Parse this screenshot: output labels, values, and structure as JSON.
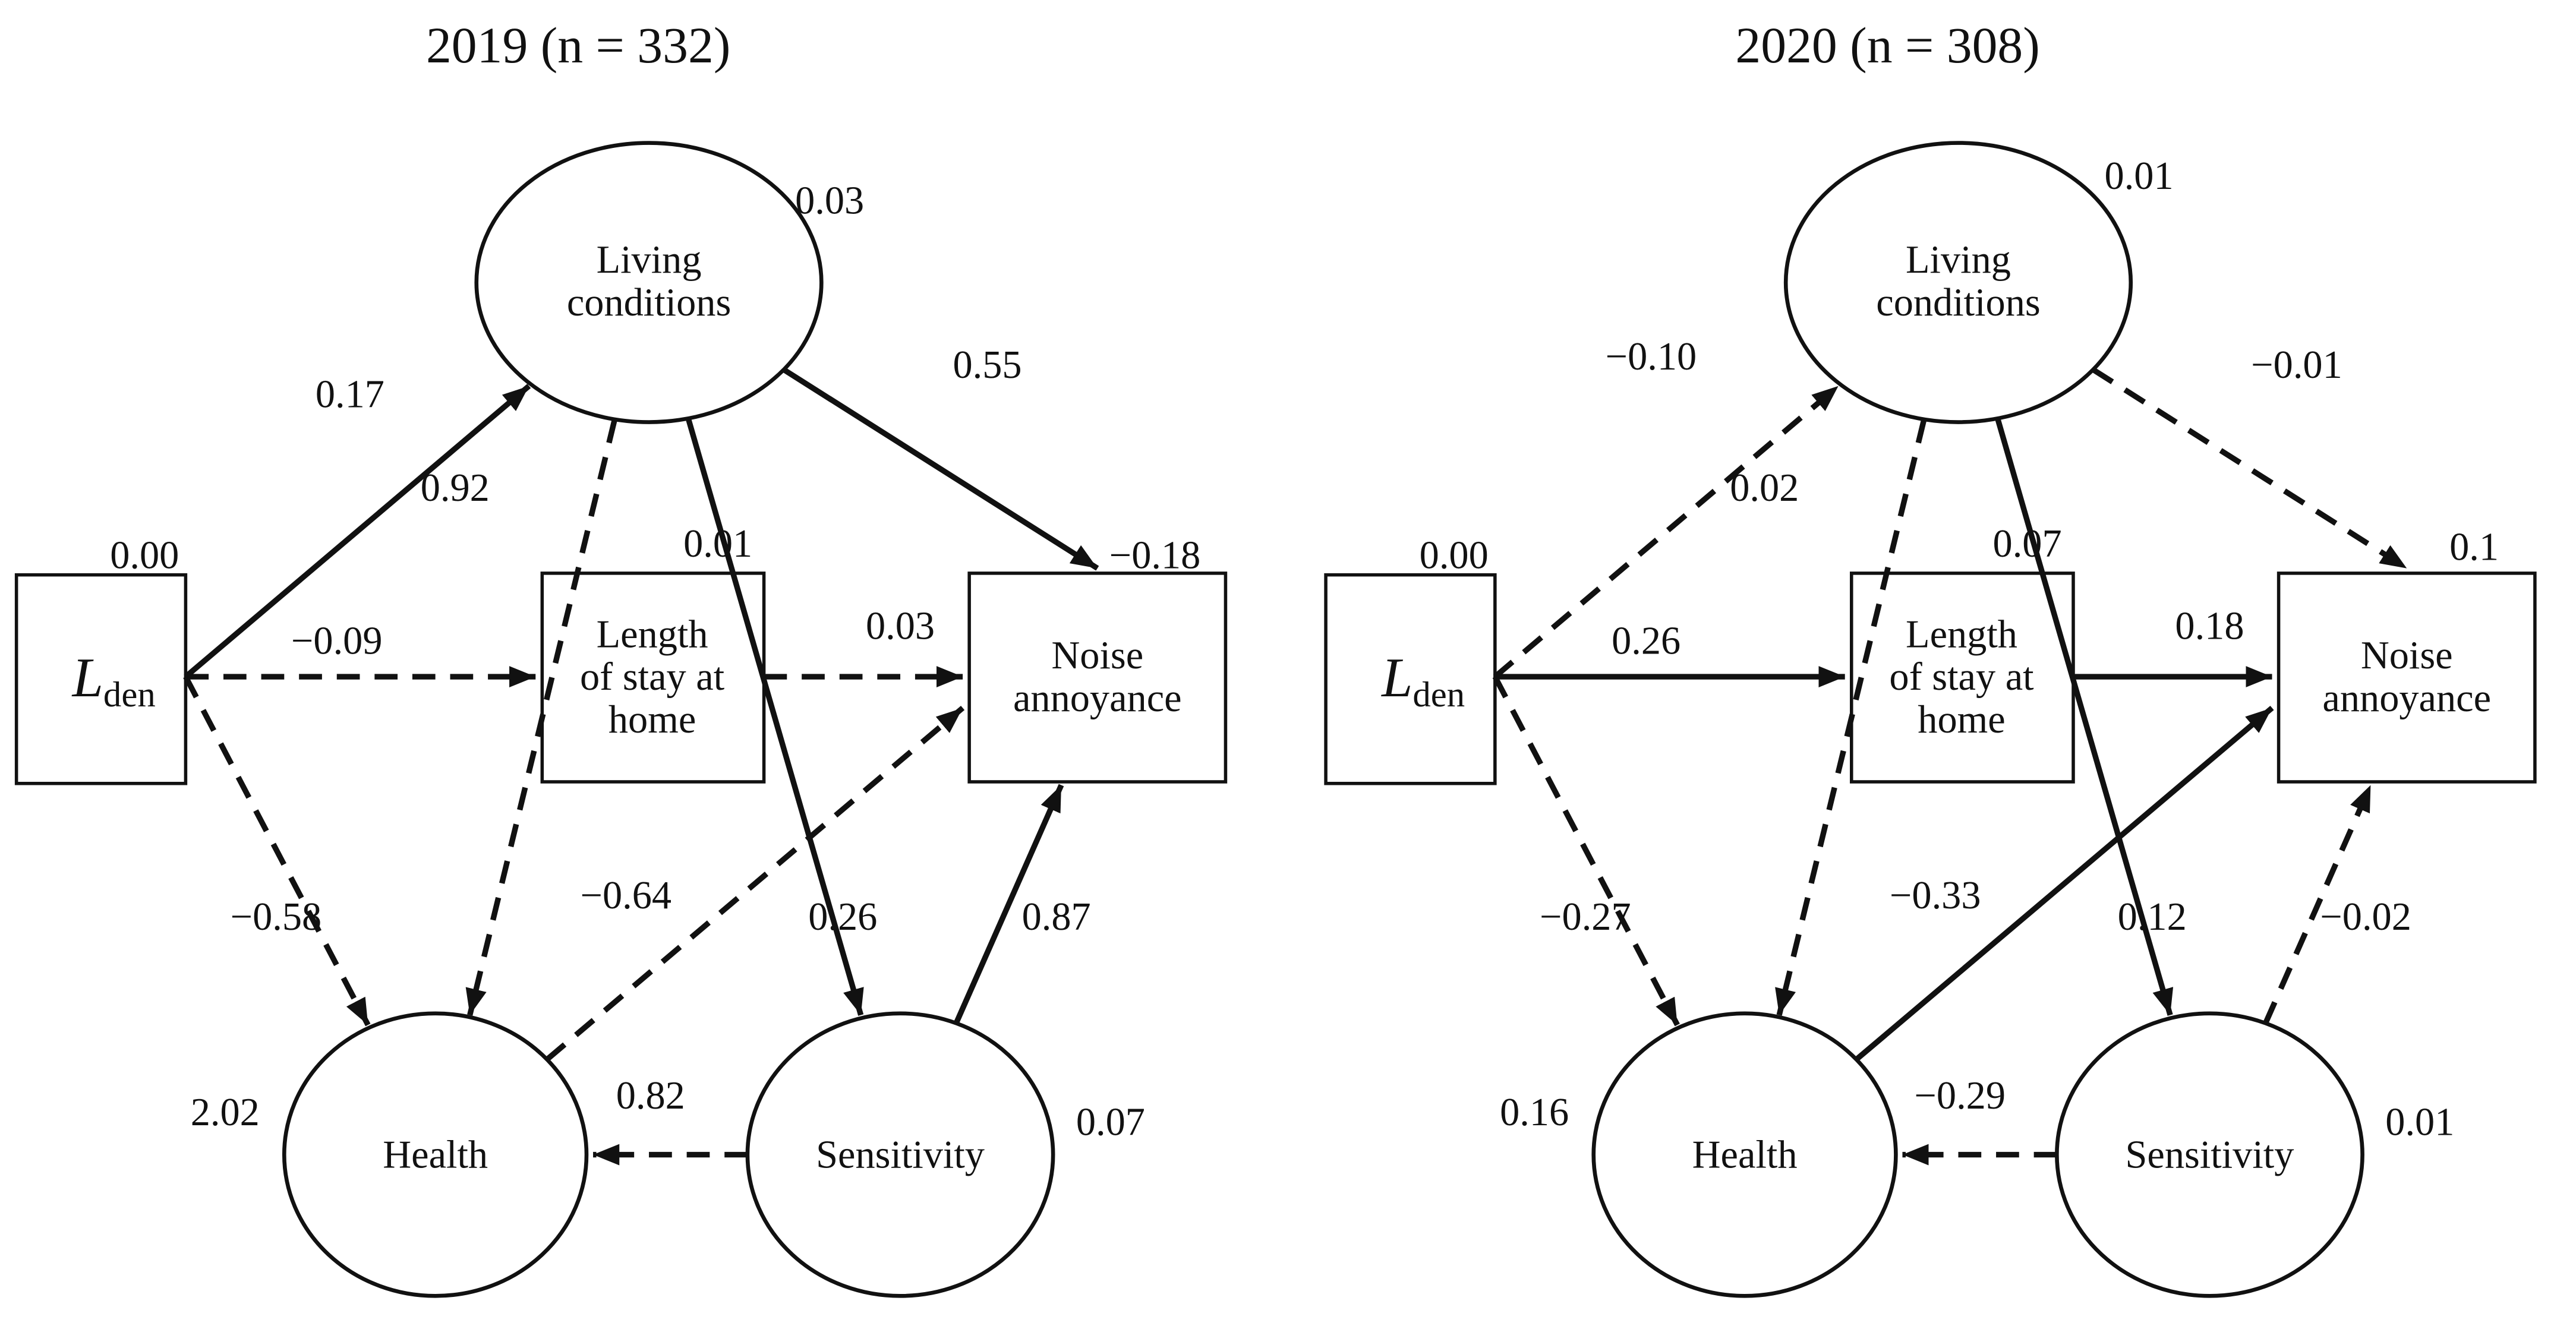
{
  "panels": [
    {
      "title": "2019 (n = 332)",
      "nodes": {
        "lden": {
          "type": "rect",
          "label_main": "L",
          "label_sub": "den",
          "variance": "0.00"
        },
        "living": {
          "type": "ellipse",
          "label": [
            "Living",
            "conditions"
          ],
          "variance": "0.03"
        },
        "length": {
          "type": "rect",
          "label": [
            "Length",
            "of stay at",
            "home"
          ],
          "variance": "0.01"
        },
        "noise": {
          "type": "rect",
          "label": [
            "Noise",
            "annoyance"
          ],
          "variance": "−0.18"
        },
        "health": {
          "type": "ellipse",
          "label": [
            "Health"
          ],
          "variance": "2.02"
        },
        "sensitivity": {
          "type": "ellipse",
          "label": [
            "Sensitivity"
          ],
          "variance": "0.07"
        }
      },
      "edges": [
        {
          "from": "lden",
          "to": "living",
          "coef": "0.17",
          "style": "solid"
        },
        {
          "from": "lden",
          "to": "length",
          "coef": "−0.09",
          "style": "dashed"
        },
        {
          "from": "lden",
          "to": "health",
          "coef": "−0.58",
          "style": "dashed"
        },
        {
          "from": "living",
          "to": "health",
          "coef": "0.92",
          "style": "dashed"
        },
        {
          "from": "living",
          "to": "noise",
          "coef": "0.55",
          "style": "solid"
        },
        {
          "from": "living",
          "to": "sensitivity",
          "coef": "0.26",
          "style": "solid"
        },
        {
          "from": "length",
          "to": "noise",
          "coef": "0.03",
          "style": "dashed"
        },
        {
          "from": "health",
          "to": "noise",
          "coef": "−0.64",
          "style": "dashed"
        },
        {
          "from": "sensitivity",
          "to": "noise",
          "coef": "0.87",
          "style": "solid"
        },
        {
          "from": "sensitivity",
          "to": "health",
          "coef": "0.82",
          "style": "dashed"
        }
      ]
    },
    {
      "title": "2020 (n = 308)",
      "nodes": {
        "lden": {
          "type": "rect",
          "label_main": "L",
          "label_sub": "den",
          "variance": "0.00"
        },
        "living": {
          "type": "ellipse",
          "label": [
            "Living",
            "conditions"
          ],
          "variance": "0.01"
        },
        "length": {
          "type": "rect",
          "label": [
            "Length",
            "of stay at",
            "home"
          ],
          "variance": "0.07"
        },
        "noise": {
          "type": "rect",
          "label": [
            "Noise",
            "annoyance"
          ],
          "variance": "0.1"
        },
        "health": {
          "type": "ellipse",
          "label": [
            "Health"
          ],
          "variance": "0.16"
        },
        "sensitivity": {
          "type": "ellipse",
          "label": [
            "Sensitivity"
          ],
          "variance": "0.01"
        }
      },
      "edges": [
        {
          "from": "lden",
          "to": "living",
          "coef": "−0.10",
          "style": "dashed"
        },
        {
          "from": "lden",
          "to": "length",
          "coef": "0.26",
          "style": "solid"
        },
        {
          "from": "lden",
          "to": "health",
          "coef": "−0.27",
          "style": "dashed"
        },
        {
          "from": "living",
          "to": "health",
          "coef": "0.02",
          "style": "dashed"
        },
        {
          "from": "living",
          "to": "noise",
          "coef": "−0.01",
          "style": "dashed"
        },
        {
          "from": "living",
          "to": "sensitivity",
          "coef": "0.12",
          "style": "solid"
        },
        {
          "from": "length",
          "to": "noise",
          "coef": "0.18",
          "style": "solid"
        },
        {
          "from": "health",
          "to": "noise",
          "coef": "−0.33",
          "style": "solid"
        },
        {
          "from": "sensitivity",
          "to": "noise",
          "coef": "−0.02",
          "style": "dashed"
        },
        {
          "from": "sensitivity",
          "to": "health",
          "coef": "−0.29",
          "style": "dashed"
        }
      ]
    }
  ]
}
